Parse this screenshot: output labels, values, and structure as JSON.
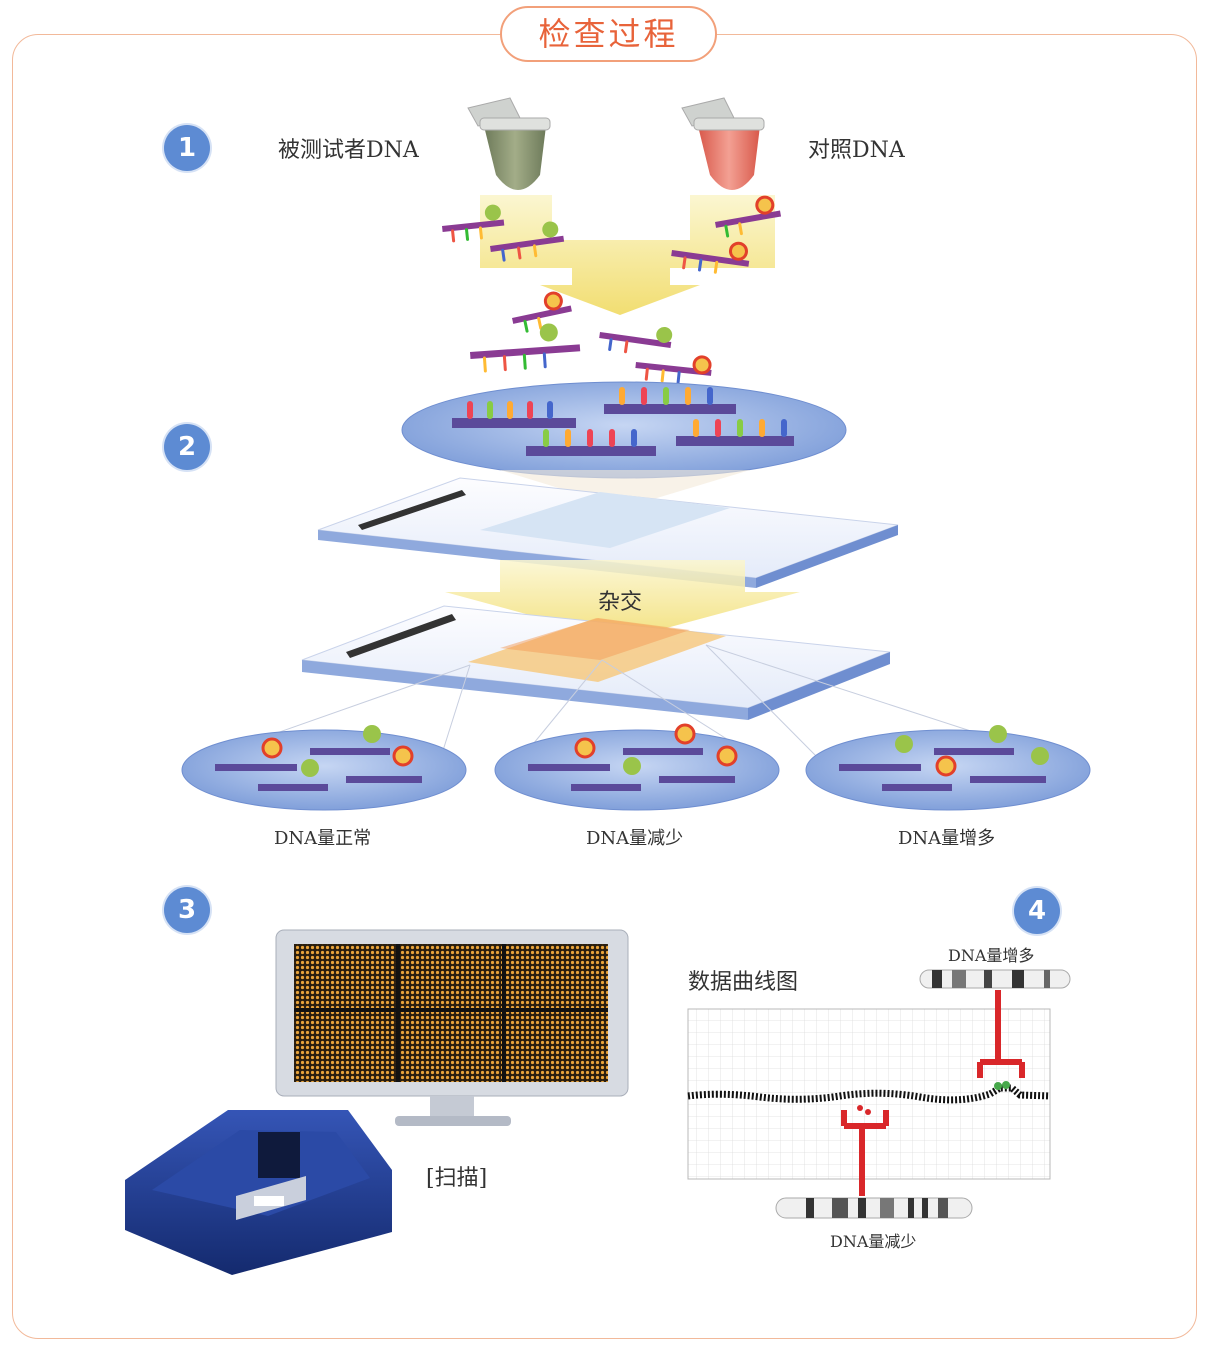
{
  "title": "检查过程",
  "steps": [
    "1",
    "2",
    "3",
    "4"
  ],
  "labels": {
    "subject_dna": "被测试者DNA",
    "control_dna": "对照DNA",
    "hybridize": "杂交",
    "normal": "DNA量正常",
    "decrease": "DNA量减少",
    "increase": "DNA量增多",
    "scan": "[扫描]",
    "data_plot": "数据曲线图",
    "plot_increase": "DNA量增多",
    "plot_decrease": "DNA量减少"
  },
  "colors": {
    "accent": "#e8633a",
    "step_circle": "#5d8bd3",
    "slide_blue": "#8fa9dd",
    "arrow_yellow": "#f3e58a",
    "scanner_blue": "#1d3a8f",
    "marker_red": "#d9272a"
  }
}
